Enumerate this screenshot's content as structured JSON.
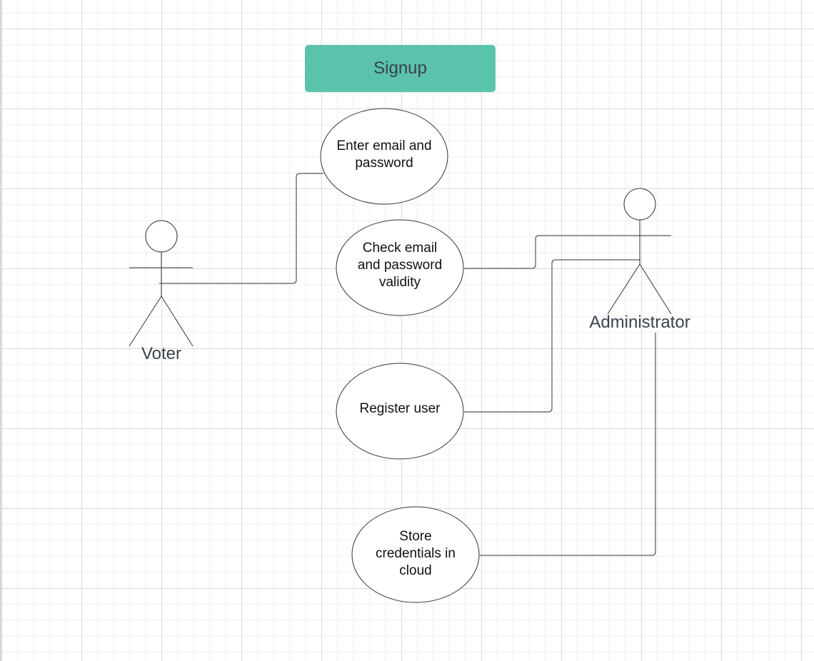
{
  "title": {
    "text": "Signup",
    "color": "#5bc2ab"
  },
  "actors": {
    "voter": {
      "label": "Voter"
    },
    "administrator": {
      "label": "Administrator"
    }
  },
  "use_cases": [
    {
      "id": "enter-credentials",
      "label": "Enter email and\npassword"
    },
    {
      "id": "check-validity",
      "label": "Check email\nand password\nvalidity"
    },
    {
      "id": "register-user",
      "label": "Register user"
    },
    {
      "id": "store-credentials",
      "label": "Store\ncredentials in\ncloud"
    }
  ],
  "associations": [
    {
      "from": "voter",
      "to": "enter-credentials"
    },
    {
      "from": "administrator",
      "to": "check-validity"
    },
    {
      "from": "administrator",
      "to": "register-user"
    },
    {
      "from": "administrator",
      "to": "store-credentials"
    }
  ],
  "colors": {
    "line": "#333333",
    "title_fill": "#5bc2ab",
    "actor_text": "#3a4250"
  }
}
